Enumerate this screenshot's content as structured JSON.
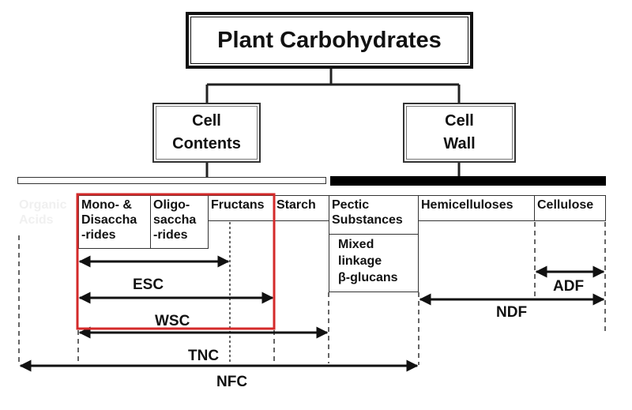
{
  "title": "Plant Carbohydrates",
  "categories": {
    "cell_contents": [
      "Cell",
      "Contents"
    ],
    "cell_wall": [
      "Cell",
      "Wall"
    ]
  },
  "components": {
    "organic_acids": [
      "Organic",
      "Acids"
    ],
    "mono_disaccharides": [
      "Mono- &",
      "Disaccha",
      "-rides"
    ],
    "oligosaccharides": [
      "Oligo-",
      "saccha",
      "-rides"
    ],
    "fructans": "Fructans",
    "starch": "Starch",
    "pectic_substances": [
      "Pectic",
      "Substances"
    ],
    "mixed_linkage": [
      "Mixed",
      "linkage",
      "β-glucans"
    ],
    "hemicelluloses": "Hemicelluloses",
    "cellulose": "Cellulose"
  },
  "fractions": {
    "esc": "ESC",
    "wsc": "WSC",
    "tnc": "TNC",
    "nfc": "NFC",
    "adf": "ADF",
    "ndf": "NDF"
  },
  "colors": {
    "highlight": "#d42a2a",
    "line": "#111111",
    "faded_text": "#eeeeee"
  }
}
